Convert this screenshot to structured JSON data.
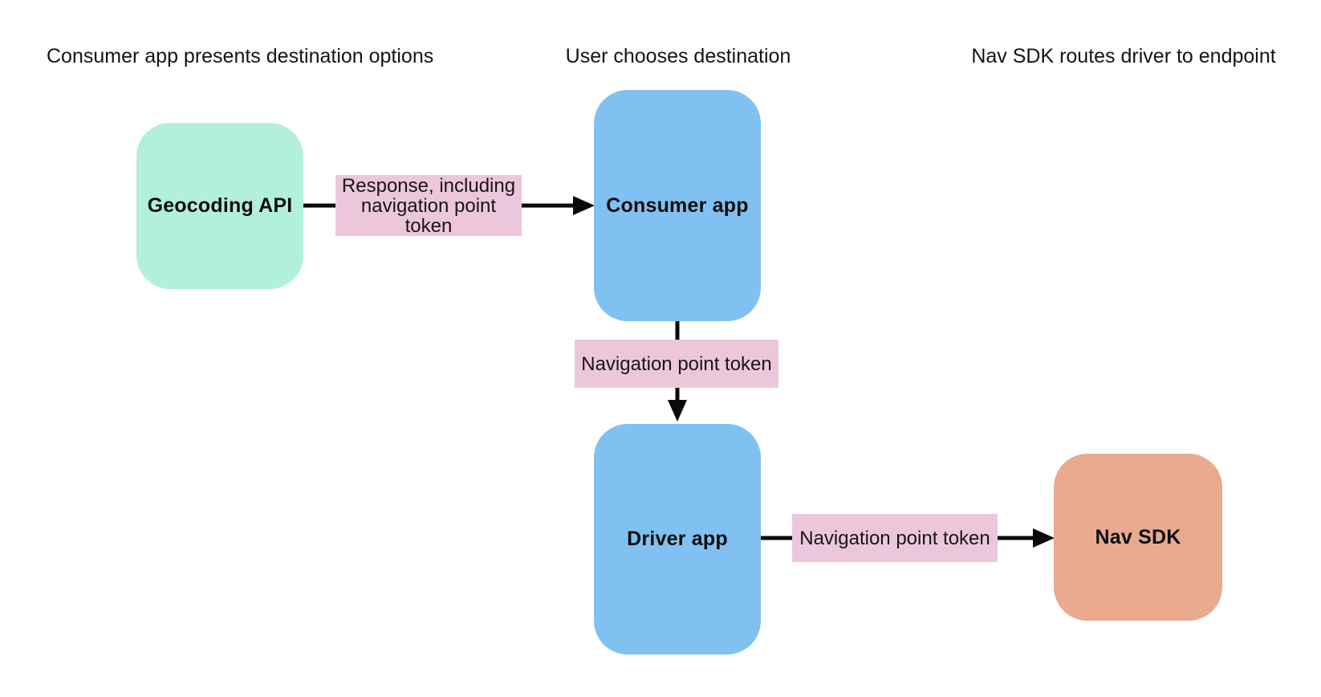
{
  "phases": [
    {
      "label": "Consumer app presents destination options"
    },
    {
      "label": "User chooses destination"
    },
    {
      "label": "Nav SDK routes driver to endpoint"
    }
  ],
  "nodes": {
    "geocoding_api": {
      "label": "Geocoding API",
      "color": "#b2f0db"
    },
    "consumer_app": {
      "label": "Consumer app",
      "color": "#80c1f1"
    },
    "driver_app": {
      "label": "Driver app",
      "color": "#80c1f1"
    },
    "nav_sdk": {
      "label": "Nav SDK",
      "color": "#e9aa8f"
    }
  },
  "edges": [
    {
      "from": "Geocoding API",
      "to": "Consumer app",
      "label": "Response, including navigation point token"
    },
    {
      "from": "Consumer app",
      "to": "Driver app",
      "label": "Navigation point token"
    },
    {
      "from": "Driver app",
      "to": "Nav SDK",
      "label": "Navigation point token"
    }
  ],
  "colors": {
    "background": "#ffffff",
    "edge_label_bg": "#ecc7dc",
    "arrow": "#0a0a0a",
    "text": "#141414"
  }
}
